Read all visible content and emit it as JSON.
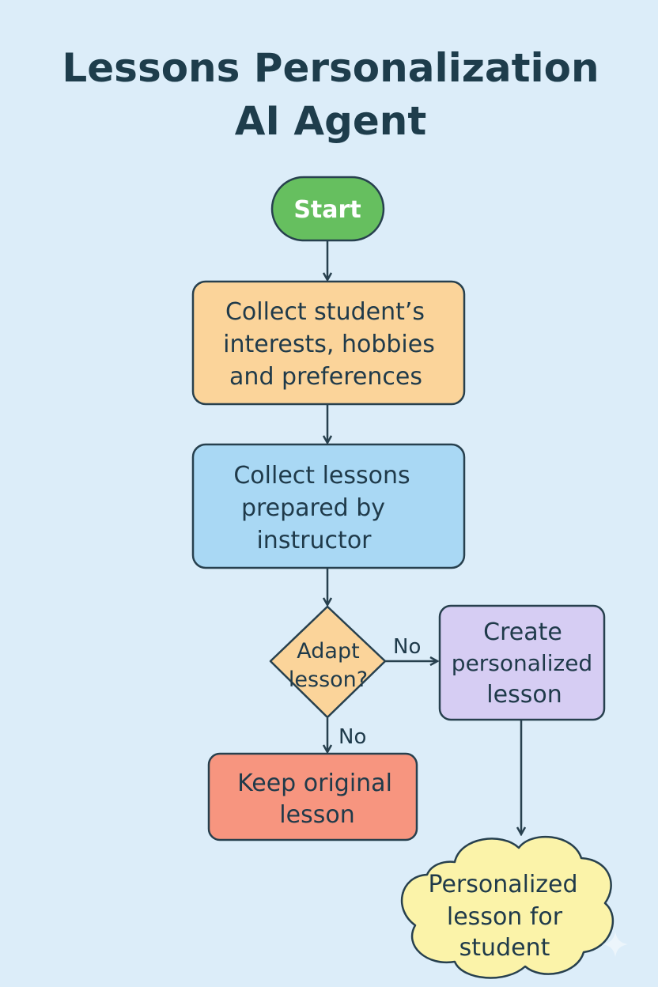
{
  "title": {
    "line1": "Lessons Personalization",
    "line2": "AI Agent"
  },
  "nodes": {
    "start": {
      "label": "Start",
      "color": "#66bf5f"
    },
    "collect_interests": {
      "lines": [
        "Collect student’s",
        "interests, hobbies",
        "and preferences"
      ],
      "color": "#fbd49a"
    },
    "collect_lessons": {
      "lines": [
        "Collect lessons",
        "prepared by",
        "instructor"
      ],
      "color": "#a9d8f4"
    },
    "decision": {
      "lines": [
        "Adapt",
        "lesson?"
      ],
      "color": "#fbd49a"
    },
    "create_personalized": {
      "lines": [
        "Create",
        "personalized",
        "lesson"
      ],
      "color": "#d6cdf3"
    },
    "keep_original": {
      "lines": [
        "Keep original",
        "lesson"
      ],
      "color": "#f7957f"
    },
    "result": {
      "lines": [
        "Personalized",
        "lesson for",
        "student"
      ],
      "color": "#fbf3a9"
    }
  },
  "edges": {
    "decision_right_label": "No",
    "decision_down_label": "No"
  },
  "colors": {
    "background": "#dcedf9",
    "stroke": "#27404e",
    "title": "#1e3d4c"
  }
}
